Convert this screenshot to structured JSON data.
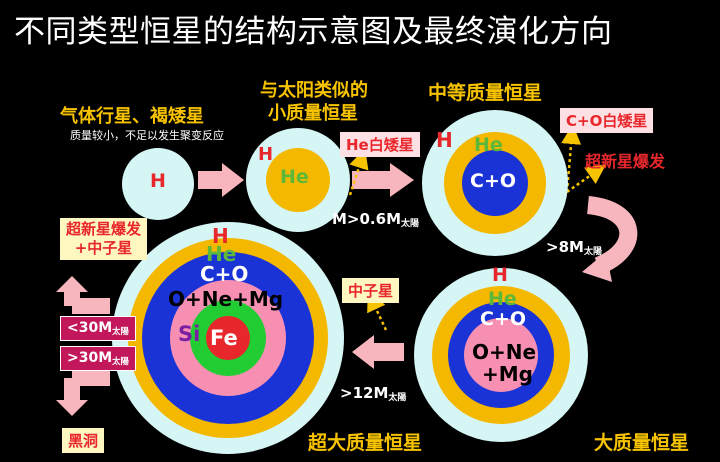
{
  "title": "不同类型恒星的结构示意图及最终演化方向",
  "stages": {
    "gas_planet": {
      "label": "气体行星、褐矮星",
      "note": "质量较小，不足以发生聚变反应",
      "core": "H"
    },
    "small_star": {
      "label_line1": "与太阳类似的",
      "label_line2": "小质量恒星",
      "outer": "H",
      "core": "He",
      "fate": "He白矮星"
    },
    "medium_star": {
      "label": "中等质量恒星",
      "outer": "H",
      "middle": "He",
      "core": "C+O",
      "fate1": "C+O白矮星",
      "fate2": "超新星爆发"
    },
    "large_star": {
      "label": "大质量恒星",
      "l1": "H",
      "l2": "He",
      "l3": "C+O",
      "core_line1": "O+Ne",
      "core_line2": "+Mg",
      "fate": "中子星"
    },
    "supergiant": {
      "label": "超大质量恒星",
      "l1": "H",
      "l2": "He",
      "l3": "C+O",
      "l4": "O+Ne+Mg",
      "l5": "Si",
      "core": "Fe",
      "fate_top_line1": "超新星爆发",
      "fate_top_line2": "+中子星",
      "fate_bottom": "黑洞"
    }
  },
  "thresholds": {
    "m06": "M>0.6M",
    "m06_sub": "太陽",
    "m8": ">8M",
    "m8_sub": "太陽",
    "m12": ">12M",
    "m12_sub": "太陽",
    "lt30": "<30M",
    "lt30_sub": "太陽",
    "gt30": ">30M",
    "gt30_sub": "太陽"
  },
  "colors": {
    "hydrogen": "#d6f5f5",
    "helium": "#f5b800",
    "carbon_oxygen": "#1a33d6",
    "oxygen_neon": "#f78fb3",
    "silicon": "#22cc33",
    "iron": "#e8272c",
    "arrow": "#f7b5bd"
  }
}
